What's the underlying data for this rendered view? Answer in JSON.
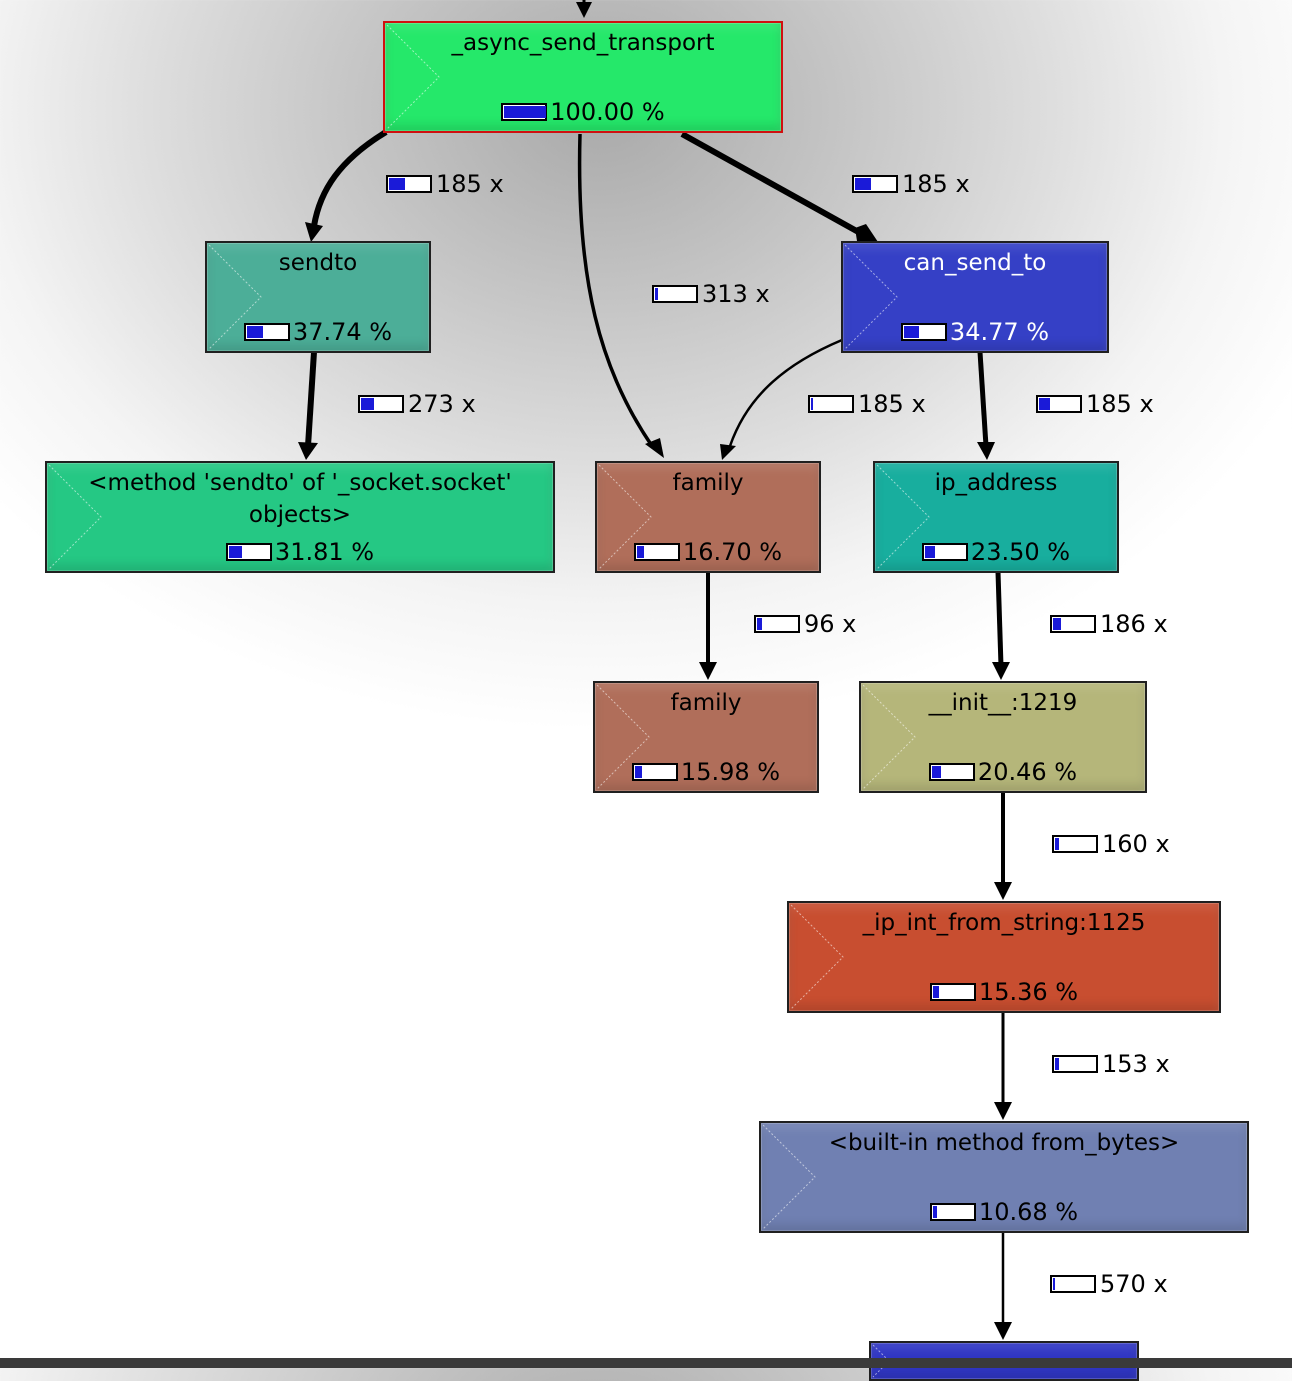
{
  "nodes": [
    {
      "id": "async",
      "name": "_async_send_transport",
      "pct": "100.00 %",
      "frac": 1.0,
      "color": "#25e86a",
      "selected": true,
      "light": false
    },
    {
      "id": "sendto",
      "name": "sendto",
      "pct": "37.74 %",
      "frac": 0.3774,
      "color": "#4cae98",
      "light": false
    },
    {
      "id": "cansend",
      "name": "can_send_to",
      "pct": "34.77 %",
      "frac": 0.3477,
      "color": "#3540c6",
      "light": true
    },
    {
      "id": "method",
      "name": "<method 'sendto' of '_socket.socket' objects>",
      "pct": "31.81 %",
      "frac": 0.3181,
      "color": "#25c884",
      "light": false
    },
    {
      "id": "family1",
      "name": "family",
      "pct": "16.70 %",
      "frac": 0.167,
      "color": "#b06e5a",
      "light": false
    },
    {
      "id": "ipaddr",
      "name": "ip_address",
      "pct": "23.50 %",
      "frac": 0.235,
      "color": "#18ae9e",
      "light": false
    },
    {
      "id": "family2",
      "name": "family",
      "pct": "15.98 %",
      "frac": 0.1598,
      "color": "#b06e5a",
      "light": false
    },
    {
      "id": "init",
      "name": "__init__:1219",
      "pct": "20.46 %",
      "frac": 0.2046,
      "color": "#b5b67a",
      "light": false
    },
    {
      "id": "ipint",
      "name": "_ip_int_from_string:1125",
      "pct": "15.36 %",
      "frac": 0.1536,
      "color": "#c84e30",
      "light": false
    },
    {
      "id": "frombytes",
      "name": "<built-in method from_bytes>",
      "pct": "10.68 %",
      "frac": 0.1068,
      "color": "#7080b2",
      "light": false
    },
    {
      "id": "partial",
      "name": "",
      "pct": "",
      "frac": 0,
      "color": "#3036c4",
      "light": true
    }
  ],
  "edges": [
    {
      "id": "e1",
      "count": "185 x",
      "frac": 0.38
    },
    {
      "id": "e2",
      "count": "185 x",
      "frac": 0.38
    },
    {
      "id": "e3",
      "count": "313 x",
      "frac": 0.06
    },
    {
      "id": "e4",
      "count": "273 x",
      "frac": 0.3
    },
    {
      "id": "e5",
      "count": "185 x",
      "frac": 0.04
    },
    {
      "id": "e6",
      "count": "185 x",
      "frac": 0.25
    },
    {
      "id": "e7",
      "count": "96 x",
      "frac": 0.12
    },
    {
      "id": "e8",
      "count": "186 x",
      "frac": 0.2
    },
    {
      "id": "e9",
      "count": "160 x",
      "frac": 0.1
    },
    {
      "id": "e10",
      "count": "153 x",
      "frac": 0.1
    },
    {
      "id": "e11",
      "count": "570 x",
      "frac": 0.05
    }
  ]
}
